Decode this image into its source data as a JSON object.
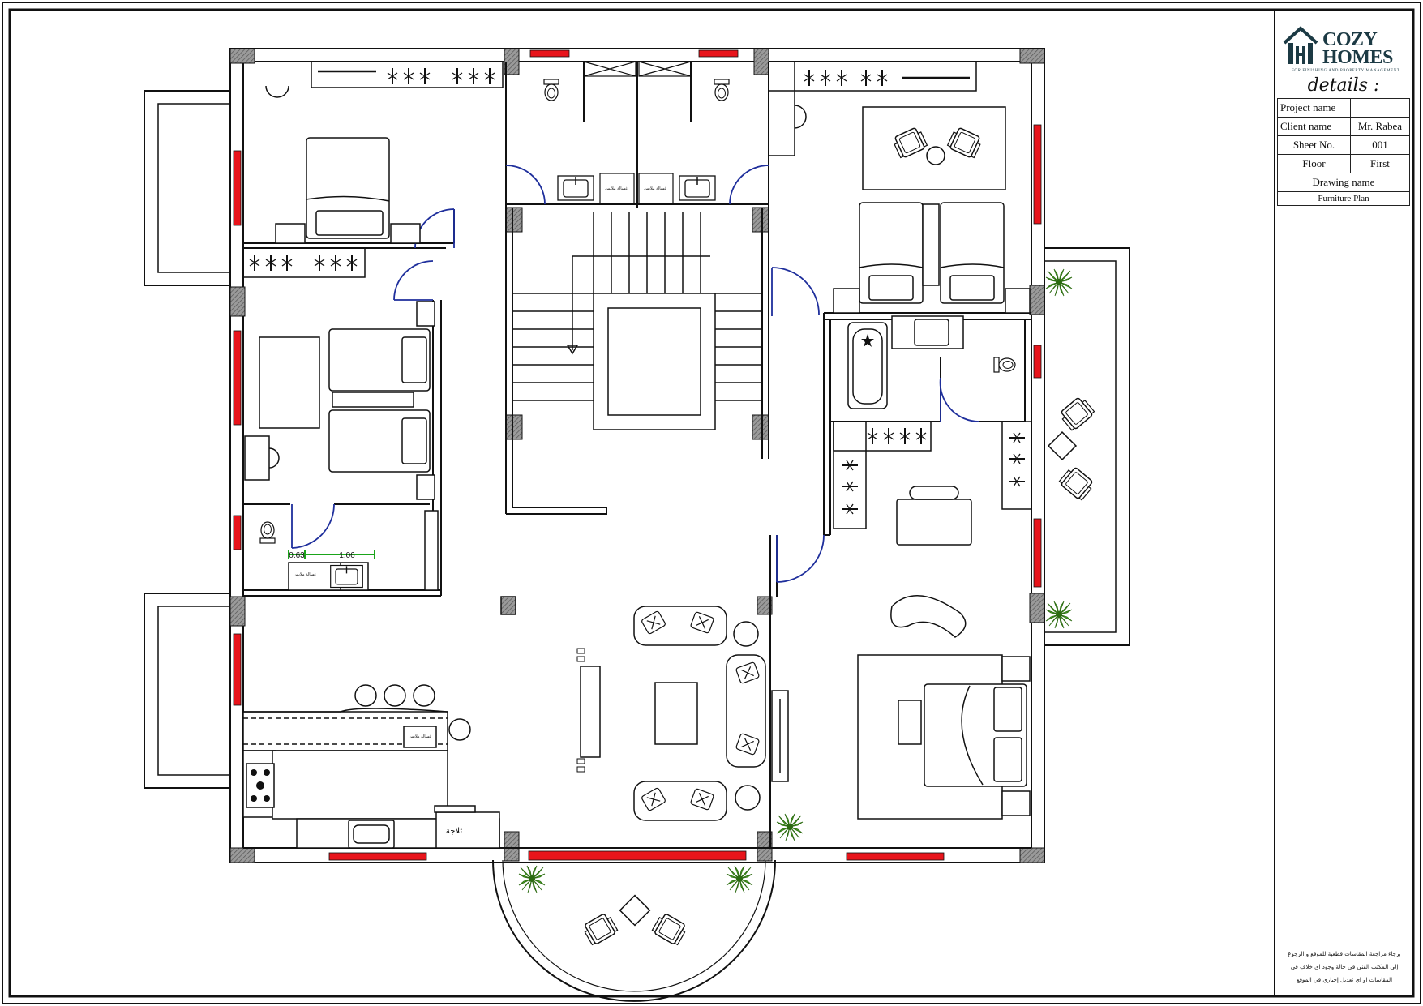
{
  "brand": {
    "name_line1": "COZY",
    "name_line2": "HOMES",
    "tagline": "FOR FINISHING AND PROPERTY MANAGEMENT",
    "colors": {
      "primary": "#1c3a44",
      "glazing": "#e8141b",
      "door": "#1f2f9c",
      "dimension": "#1aa51a",
      "plant": "#3f9a1f"
    }
  },
  "details": {
    "title": "details :",
    "rows": [
      {
        "label": "Project name",
        "value": ""
      },
      {
        "label": "Client name",
        "value": "Mr. Rabea"
      },
      {
        "label": "Sheet No.",
        "value": "001"
      },
      {
        "label": "Floor",
        "value": "First"
      }
    ],
    "drawing_name_label": "Drawing name",
    "drawing_name_value": "Furniture Plan"
  },
  "plan_labels": {
    "dim_1": "0.63",
    "dim_2": "1.06",
    "fridge": "ثلاجة",
    "washer": "غسالة ملابس"
  },
  "note": {
    "line1": "برجاء مراجعة المقاسات قطعية للموقع و الرجوع",
    "line2": "إلى المكتب الفني في حالة وجود اي خلاف في",
    "line3": "المقاسات او اي تعديل إجباري في الموقع"
  }
}
